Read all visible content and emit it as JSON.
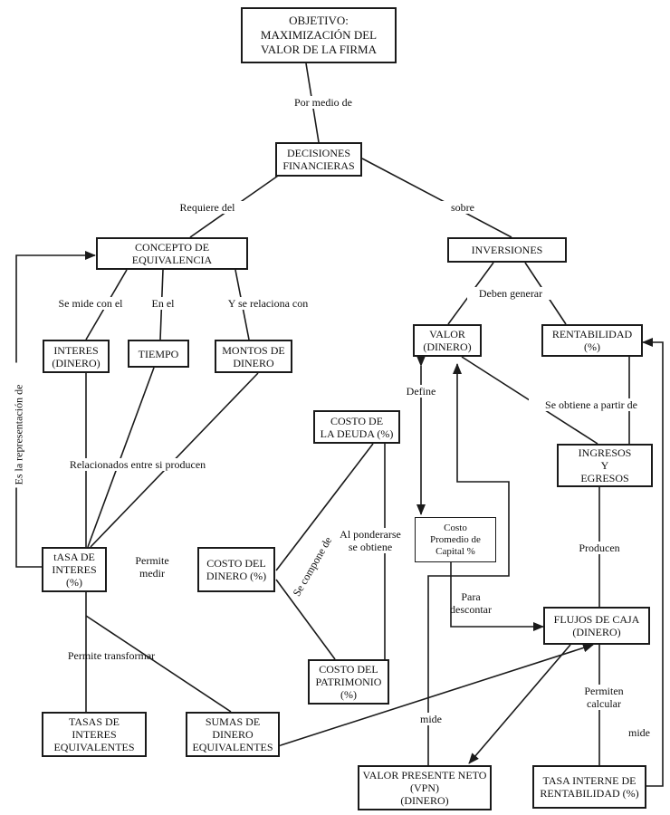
{
  "nodes": {
    "objetivo": "OBJETIVO:\nMAXIMIZACIÓN DEL\nVALOR DE LA FIRMA",
    "decisiones": "DECISIONES\nFINANCIERAS",
    "concepto": "CONCEPTO DE\nEQUIVALENCIA",
    "inversiones": "INVERSIONES",
    "interes": "INTERES\n(DINERO)",
    "tiempo": "TIEMPO",
    "montos": "MONTOS DE\nDINERO",
    "valor": "VALOR\n(DINERO)",
    "rentabilidad": "RENTABILIDAD\n(%)",
    "costo_deuda": "COSTO DE\nLA DEUDA (%)",
    "ingresos": "INGRESOS\nY\nEGRESOS",
    "costo_promedio": "Costo\nPromedio de\nCapital %",
    "tasa_interes": "tASA DE\nINTERES\n(%)",
    "costo_dinero": "COSTO DEL\nDINERO (%)",
    "flujos": "FLUJOS DE CAJA\n(DINERO)",
    "costo_patrimonio": "COSTO DEL\nPATRIMONIO\n(%)",
    "tasas_equiv": "TASAS DE\nINTERES\nEQUIVALENTES",
    "sumas_equiv": "SUMAS DE\nDINERO\nEQUIVALENTES",
    "vpn": "VALOR PRESENTE NETO\n(VPN)\n(DINERO)",
    "tir": "TASA INTERNE DE\nRENTABILIDAD (%)"
  },
  "links": {
    "por_medio": "Por medio de",
    "requiere": "Requiere del",
    "sobre": "sobre",
    "se_mide": "Se mide con el",
    "en_el": "En el",
    "se_relaciona": "Y se relaciona con",
    "deben_generar": "Deben generar",
    "define": "Define",
    "se_obtiene": "Se obtiene a partir de",
    "relacionados": "Relacionados entre si producen",
    "al_ponderarse": "Al ponderarse\nse obtiene",
    "se_compone": "Se compone de",
    "permite_medir": "Permite\nmedir",
    "producen": "Producen",
    "para_descontar": "Para\ndescontar",
    "permite_transformar": "Permite transformar",
    "permiten_calcular": "Permiten\ncalcular",
    "mide_vpn": "mide",
    "mide_tir": "mide",
    "es_representacion": "Es la representación de"
  }
}
